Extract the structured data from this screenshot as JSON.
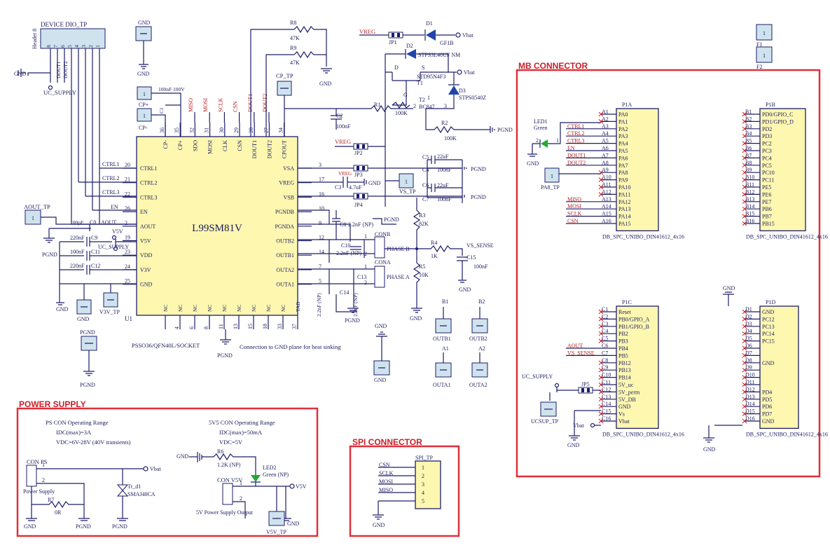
{
  "sections": {
    "mb_connector": "MB CONNECTOR",
    "power_supply": "POWER SUPPLY",
    "spi_connector": "SPI CONNECTOR"
  },
  "u1": {
    "part": "L99SM81V",
    "ref": "U1",
    "package": "PSSO36/QFN40L/SOCKET",
    "note": "Connection to GND plane for heat sinking",
    "left_pins": [
      {
        "num": "20",
        "name": "CTRL1"
      },
      {
        "num": "21",
        "name": "CTRL2"
      },
      {
        "num": "22",
        "name": "CTRL3"
      },
      {
        "num": "26",
        "name": "EN"
      },
      {
        "num": "2",
        "name": "AOUT"
      },
      {
        "num": "19",
        "name": "V5V"
      },
      {
        "num": "23",
        "name": "VDD"
      },
      {
        "num": "24",
        "name": "V3V"
      },
      {
        "num": "25",
        "name": "GND"
      }
    ],
    "right_pins": [
      {
        "num": "3",
        "name": "VSA"
      },
      {
        "num": "17",
        "name": "VREG"
      },
      {
        "num": "16",
        "name": "VSB"
      },
      {
        "num": "10",
        "name": "PGNDB"
      },
      {
        "num": "9",
        "name": "PGNDA"
      },
      {
        "num": "12",
        "name": "OUTB2"
      },
      {
        "num": "14",
        "name": "OUTB1"
      },
      {
        "num": "7",
        "name": "OUTA2"
      },
      {
        "num": "5",
        "name": "OUTA1"
      }
    ],
    "top_pins": [
      {
        "num": "36",
        "name": "CP-"
      },
      {
        "num": "35",
        "name": "CP+"
      },
      {
        "num": "32",
        "name": "SDO"
      },
      {
        "num": "31",
        "name": "MOSI"
      },
      {
        "num": "30",
        "name": "CLK"
      },
      {
        "num": "29",
        "name": "CSN"
      },
      {
        "num": "28",
        "name": "DOUT1"
      },
      {
        "num": "27",
        "name": "DOUT2"
      },
      {
        "num": "34",
        "name": "CPOUT"
      }
    ],
    "bottom_pins": [
      {
        "num": "1",
        "name": "NC"
      },
      {
        "num": "4",
        "name": "NC"
      },
      {
        "num": "6",
        "name": "NC"
      },
      {
        "num": "8",
        "name": "NC"
      },
      {
        "num": "11",
        "name": "NC"
      },
      {
        "num": "13",
        "name": "NC"
      },
      {
        "num": "15",
        "name": "NC"
      },
      {
        "num": "18",
        "name": "NC"
      },
      {
        "num": "33",
        "name": "NC"
      },
      {
        "num": "37",
        "name": "TAB"
      }
    ]
  },
  "top_net_labels": [
    "MISO",
    "MOSI",
    "SCLK",
    "CSN",
    "DOUT1",
    "DOUT2"
  ],
  "header8": {
    "title": "DEVICE DIO_TP",
    "ref": "Header 8",
    "pins": [
      "8",
      "7",
      "6",
      "5",
      "4",
      "3",
      "2",
      "1"
    ],
    "labels": [
      "DOUT1",
      "DOUT2"
    ],
    "gnd": "GND",
    "supply": "UC_SUPPLY"
  },
  "labels": {
    "gnd": "GND",
    "pgnd": "PGND",
    "vbat": "Vbat",
    "v5v": "V5V",
    "vreg": "VREG",
    "uc_supply": "UC_SUPPLY",
    "vs_sense": "VS_SENSE",
    "vs_tp": "VS_TP",
    "cp_tp": "CP_TP",
    "aout_tp": "AOUT_TP",
    "v3v_tp": "V3V_TP",
    "ctrl1": "CTRL1",
    "ctrl2": "CTRL2",
    "ctrl3": "CTRL3",
    "en": "EN",
    "aout": "AOUT",
    "cp_plus": "CP+",
    "cp_minus": "CP-",
    "test_point": "1",
    "cona": "CONA",
    "conb": "CONB",
    "phase_a": "PHASE A",
    "phase_b": "PHASE B",
    "tp_pins": [
      "1",
      "2",
      "1",
      "2"
    ]
  },
  "components": {
    "r8": "R8",
    "r8v": "47K",
    "r9": "R9",
    "r9v": "47K",
    "r1": "R1",
    "r1v": "100K",
    "r2": "R2",
    "r2v": "100K",
    "r3": "R3",
    "r3v": "82K",
    "r4": "R4",
    "r4v": "1K",
    "r5": "R5",
    "r5v": "10K",
    "r6": "R6",
    "r6v": "1.2K (NP)",
    "r7": "R7",
    "r7v": "0R",
    "d1": "D1",
    "d1v": "GF1B",
    "d2": "D2",
    "d2v": "STPS3L40UF NM",
    "d3": "D3",
    "d3v": "STPS0540Z",
    "t1": "T1",
    "t1v": "STD95N4F3",
    "t2": "T2",
    "t2v": "BC847",
    "jp1": "JP1",
    "jp2": "JP2",
    "jp3": "JP3",
    "jp4": "JP4",
    "jp5": "JP5",
    "c1": "C1",
    "c1v": "100nF 100V",
    "c2": "C2",
    "c2v": "100nF",
    "c3": "C3",
    "c3v": "4.7uF",
    "c4": "C4",
    "c4v": "100nF",
    "c5": "C5",
    "c5v": "22uF",
    "c6": "C6",
    "c6v": "22uF",
    "c7": "C7",
    "c7v": "100nF",
    "c8": "C8",
    "c8v": "2.2nF (NP)",
    "c9": "C9",
    "c9v": "220nF",
    "c10": "C10",
    "c10v": "2.2nF (NP)",
    "c11": "C11",
    "c11v": "100nF",
    "c12": "C12",
    "c12v": "220nF",
    "c13": "C13",
    "c13v": "2.2nF (NP)",
    "c14": "C14",
    "c14v": "2.2nF (NP)",
    "c15": "C15",
    "c15v": "100nF",
    "c0": "C0",
    "c0v": "100pF",
    "f1": "F1",
    "f2": "F2",
    "tp_b1": "B1",
    "tp_b2": "B2",
    "tp_a1": "A1",
    "tp_a2": "A2",
    "outb1": "OUTB1",
    "outb2": "OUTB2",
    "outa1": "OUTA1",
    "outa2": "OUTA2",
    "pin_labels": [
      "D",
      "S",
      "G",
      "1",
      "2",
      "3"
    ]
  },
  "mb": {
    "led1": "LED1",
    "led1v": "Green",
    "pa8_tp": "PA8_TP",
    "ucsup_tp": "UCSUP_TP",
    "footprint": "DB_SPC_UNIBO_DIN41612_4x16",
    "p1a": {
      "ref": "P1A",
      "pins": [
        {
          "n": "A1",
          "name": "PA0",
          "net": ""
        },
        {
          "n": "A2",
          "name": "PA1",
          "net": ""
        },
        {
          "n": "A3",
          "name": "PA2",
          "net": "CTRL1"
        },
        {
          "n": "A4",
          "name": "PA3",
          "net": "CTRL2"
        },
        {
          "n": "A5",
          "name": "PA4",
          "net": "CTRL3"
        },
        {
          "n": "A6",
          "name": "PA5",
          "net": "EN"
        },
        {
          "n": "A7",
          "name": "PA6",
          "net": "DOUT1"
        },
        {
          "n": "A8",
          "name": "PA7",
          "net": "DOUT2"
        },
        {
          "n": "A9",
          "name": "PA8",
          "net": ""
        },
        {
          "n": "A10",
          "name": "PA9",
          "net": ""
        },
        {
          "n": "A11",
          "name": "PA10",
          "net": ""
        },
        {
          "n": "A12",
          "name": "PA11",
          "net": ""
        },
        {
          "n": "A13",
          "name": "PA12",
          "net": "MISO"
        },
        {
          "n": "A14",
          "name": "PA13",
          "net": "MOSI"
        },
        {
          "n": "A15",
          "name": "PA14",
          "net": "SCLK"
        },
        {
          "n": "A16",
          "name": "PA15",
          "net": "CSN"
        }
      ]
    },
    "p1b": {
      "ref": "P1B",
      "pins": [
        {
          "n": "B1",
          "name": "PD0/GPIO_C"
        },
        {
          "n": "B2",
          "name": "PD1/GPIO_D"
        },
        {
          "n": "B3",
          "name": "PD2"
        },
        {
          "n": "B4",
          "name": "PD3"
        },
        {
          "n": "B5",
          "name": "PC2"
        },
        {
          "n": "B6",
          "name": "PC3"
        },
        {
          "n": "B7",
          "name": "PC4"
        },
        {
          "n": "B8",
          "name": "PC5"
        },
        {
          "n": "B9",
          "name": "PC10"
        },
        {
          "n": "B10",
          "name": "PC11"
        },
        {
          "n": "B11",
          "name": "PE5"
        },
        {
          "n": "B12",
          "name": "PE6"
        },
        {
          "n": "B13",
          "name": "PE7"
        },
        {
          "n": "B14",
          "name": "PB6"
        },
        {
          "n": "B15",
          "name": "PB7"
        },
        {
          "n": "B16",
          "name": "PB15"
        }
      ]
    },
    "p1c": {
      "ref": "P1C",
      "pins": [
        {
          "n": "C1",
          "name": "Reset",
          "net": ""
        },
        {
          "n": "C2",
          "name": "PB0/GPIO_A",
          "net": ""
        },
        {
          "n": "C3",
          "name": "PB1/GPIO_B",
          "net": ""
        },
        {
          "n": "C4",
          "name": "PB2",
          "net": ""
        },
        {
          "n": "C5",
          "name": "PB3",
          "net": ""
        },
        {
          "n": "C6",
          "name": "PB4",
          "net": "AOUT"
        },
        {
          "n": "C7",
          "name": "PB5",
          "net": "VS_SENSE"
        },
        {
          "n": "C8",
          "name": "PB12",
          "net": ""
        },
        {
          "n": "C9",
          "name": "PB13",
          "net": ""
        },
        {
          "n": "C10",
          "name": "PB14",
          "net": ""
        },
        {
          "n": "C11",
          "name": "5V_uc",
          "net": ""
        },
        {
          "n": "C12",
          "name": "5V_perm",
          "net": ""
        },
        {
          "n": "C13",
          "name": "5V_DB",
          "net": ""
        },
        {
          "n": "C14",
          "name": "GND",
          "net": ""
        },
        {
          "n": "C15",
          "name": "Vs",
          "net": ""
        },
        {
          "n": "C16",
          "name": "Vbat",
          "net": ""
        }
      ]
    },
    "p1d": {
      "ref": "P1D",
      "pins": [
        {
          "n": "D1",
          "name": "GND"
        },
        {
          "n": "D2",
          "name": "PC12"
        },
        {
          "n": "D3",
          "name": "PC13"
        },
        {
          "n": "D4",
          "name": "PC14"
        },
        {
          "n": "D5",
          "name": "PC15"
        },
        {
          "n": "D6",
          "name": ""
        },
        {
          "n": "D7",
          "name": ""
        },
        {
          "n": "D8",
          "name": "GND"
        },
        {
          "n": "D9",
          "name": ""
        },
        {
          "n": "D10",
          "name": ""
        },
        {
          "n": "D11",
          "name": ""
        },
        {
          "n": "D12",
          "name": "PD4"
        },
        {
          "n": "D13",
          "name": "PD5"
        },
        {
          "n": "D14",
          "name": "PD6"
        },
        {
          "n": "D15",
          "name": "PD7"
        },
        {
          "n": "D16",
          "name": "GND"
        }
      ]
    }
  },
  "power": {
    "ps_title": "PS CON Operating Range",
    "ps_idc": "IDC(max)=3A",
    "ps_vdc": "VDC=6V-28V (40V transients)",
    "v5_title": "5V5 CON Operating Range",
    "v5_idc": "IDC(max)=50mA",
    "v5_vdc": "VDC=5V",
    "con_ps": "CON PS",
    "ps_label": "Power Supply",
    "tvs": "Tr_d1",
    "tvs_v": "SMAJ40CA",
    "con_v5v": "CON V5V",
    "v5_out": "5V Power Supply Output",
    "led2": "LED2",
    "led2v": "Green (NP)",
    "v5v_tp": "V5V_TP",
    "pins": [
      "1",
      "2"
    ]
  },
  "spi": {
    "tp": "SPI_TP",
    "nets": [
      "CSN",
      "SCLK",
      "MOSI",
      "MISO"
    ],
    "pins": [
      "1",
      "2",
      "3",
      "4",
      "5"
    ]
  }
}
